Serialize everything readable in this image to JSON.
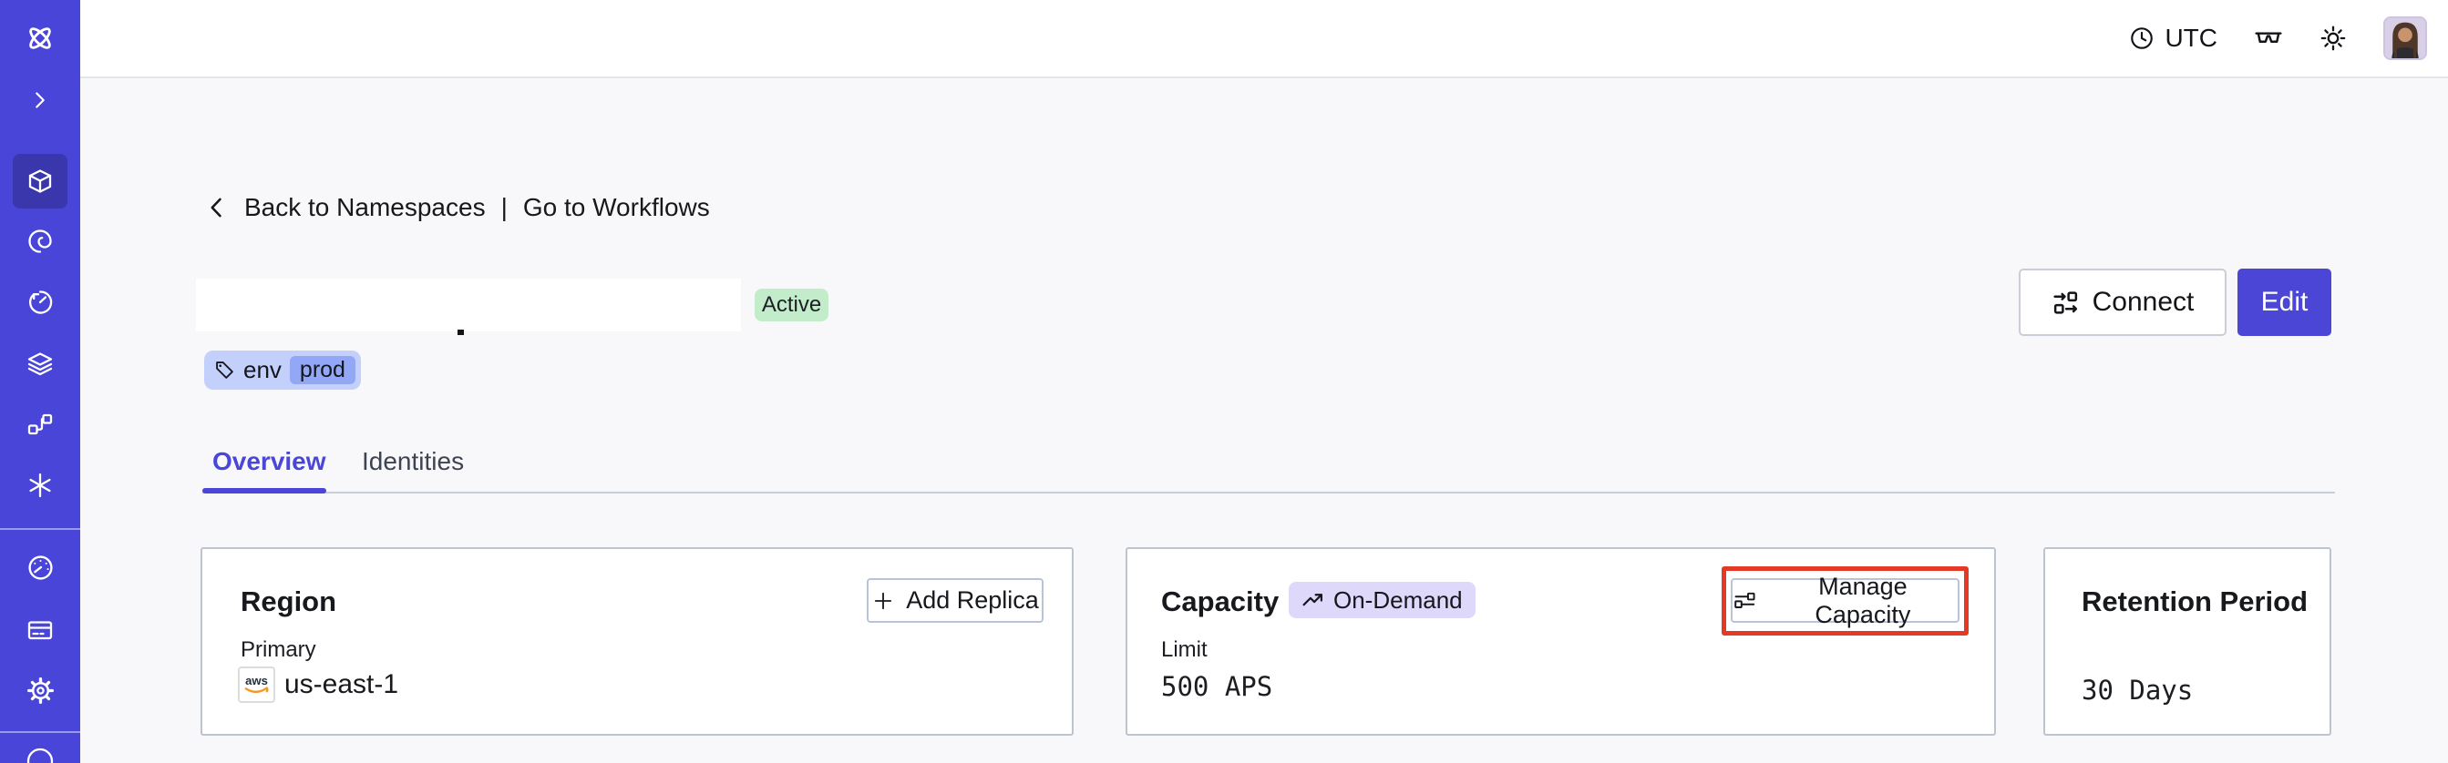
{
  "topbar": {
    "timezone": "UTC"
  },
  "breadcrumb": {
    "back": "Back to Namespaces",
    "separator": "|",
    "forward": "Go to Workflows"
  },
  "namespace": {
    "status": "Active",
    "tag_key": "env",
    "tag_value": "prod"
  },
  "actions": {
    "connect": "Connect",
    "edit": "Edit"
  },
  "tabs": {
    "overview": "Overview",
    "identities": "Identities"
  },
  "cards": {
    "region": {
      "title": "Region",
      "action": "Add Replica",
      "plus": "+",
      "label": "Primary",
      "provider": "aws",
      "value": "us-east-1"
    },
    "capacity": {
      "title": "Capacity",
      "badge": "On-Demand",
      "action": "Manage Capacity",
      "label": "Limit",
      "value": "500 APS"
    },
    "retention": {
      "title": "Retention Period",
      "value": "30 Days"
    }
  },
  "sidebar": {
    "active_item": "namespaces",
    "items": [
      "temporal-logo",
      "expand",
      "namespaces",
      "workflows",
      "schedules",
      "batch-operations",
      "deployments",
      "nexus",
      "usage",
      "billing",
      "settings"
    ]
  },
  "colors": {
    "sidebar": "#4945d9",
    "sidebar_active_tile": "#3a37ad",
    "accent": "#4b46d6",
    "active_badge_bg": "#c3ecca",
    "tag_bg": "#c3d0fb",
    "tag_inner_bg": "#92a8f7",
    "ondemand_badge_bg": "#ded9fa",
    "highlight_red": "#e43a25",
    "aws_orange": "#f49821",
    "page_bg": "#f8f8fa"
  }
}
